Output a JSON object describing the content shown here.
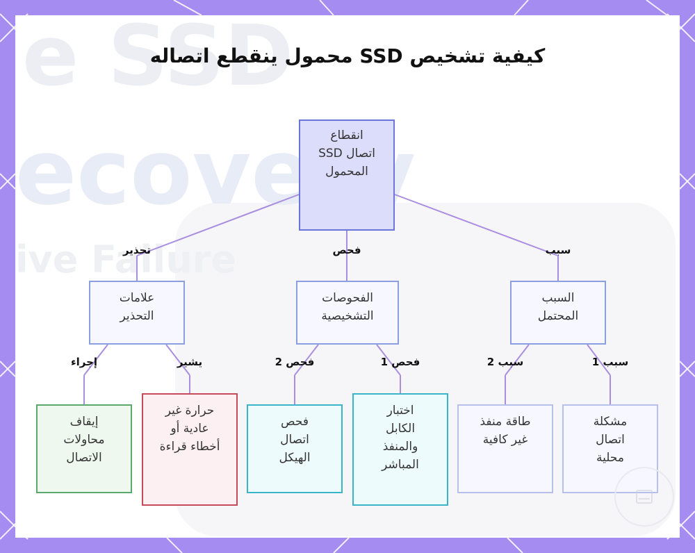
{
  "diagram": {
    "title": "كيفية تشخيص SSD محمول ينقطع اتصاله",
    "root": {
      "lines": [
        "انقطاع",
        "اتصال SSD",
        "المحمول"
      ]
    },
    "branches": {
      "warning": {
        "edge_label": "تحذير",
        "lines": [
          "علامات",
          "التحذير"
        ]
      },
      "diagnostics": {
        "edge_label": "فحص",
        "lines": [
          "الفحوصات",
          "التشخيصية"
        ]
      },
      "cause": {
        "edge_label": "سبب",
        "lines": [
          "السبب",
          "المحتمل"
        ]
      }
    },
    "leaves": {
      "stop": {
        "edge_label": "إجراء",
        "lines": [
          "إيقاف",
          "محاولات",
          "الاتصال"
        ]
      },
      "heat": {
        "edge_label": "يشير",
        "lines": [
          "حرارة غير",
          "عادية أو",
          "أخطاء قراءة"
        ]
      },
      "chassis": {
        "edge_label": "فحص 2",
        "lines": [
          "فحص",
          "اتصال",
          "الهيكل"
        ]
      },
      "cable": {
        "edge_label": "فحص 1",
        "lines": [
          "اختبار",
          "الكابل",
          "والمنفذ",
          "المباشر"
        ]
      },
      "power": {
        "edge_label": "سبب 2",
        "lines": [
          "طاقة منفذ",
          "غير كافية"
        ]
      },
      "local": {
        "edge_label": "سبب 1",
        "lines": [
          "مشكلة",
          "اتصال",
          "محلية"
        ]
      }
    },
    "background_text": [
      "e SSD",
      "ecovery",
      "ive Failure"
    ],
    "colors": {
      "frame": "#a58cf0",
      "connector": "#a98ee0",
      "root_fill": "#dcdcfb",
      "warning_leaf_green": "#5aa96a",
      "warning_leaf_red": "#c74a5a",
      "diagnostic_leaf": "#39b4c9",
      "cause_leaf": "#b6c0ea"
    }
  }
}
